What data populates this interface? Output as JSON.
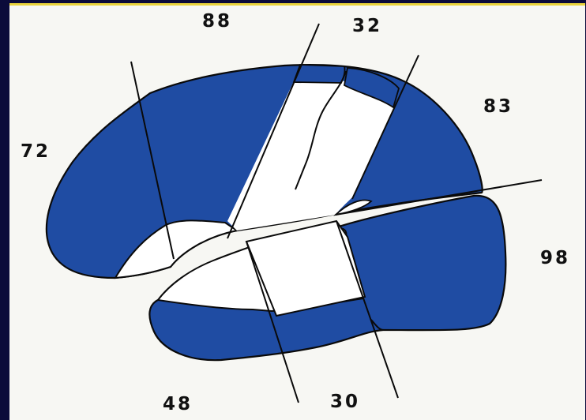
{
  "diagram": {
    "fill_color": "#1f4ca3",
    "outline_color": "#0a0a0a",
    "background_color": "#f7f7f3",
    "border_color": "#0b0b3a",
    "labels": {
      "region_72": "72",
      "region_88": "88",
      "region_32": "32",
      "region_83": "83",
      "region_98": "98",
      "region_48": "48",
      "region_30": "30"
    }
  }
}
